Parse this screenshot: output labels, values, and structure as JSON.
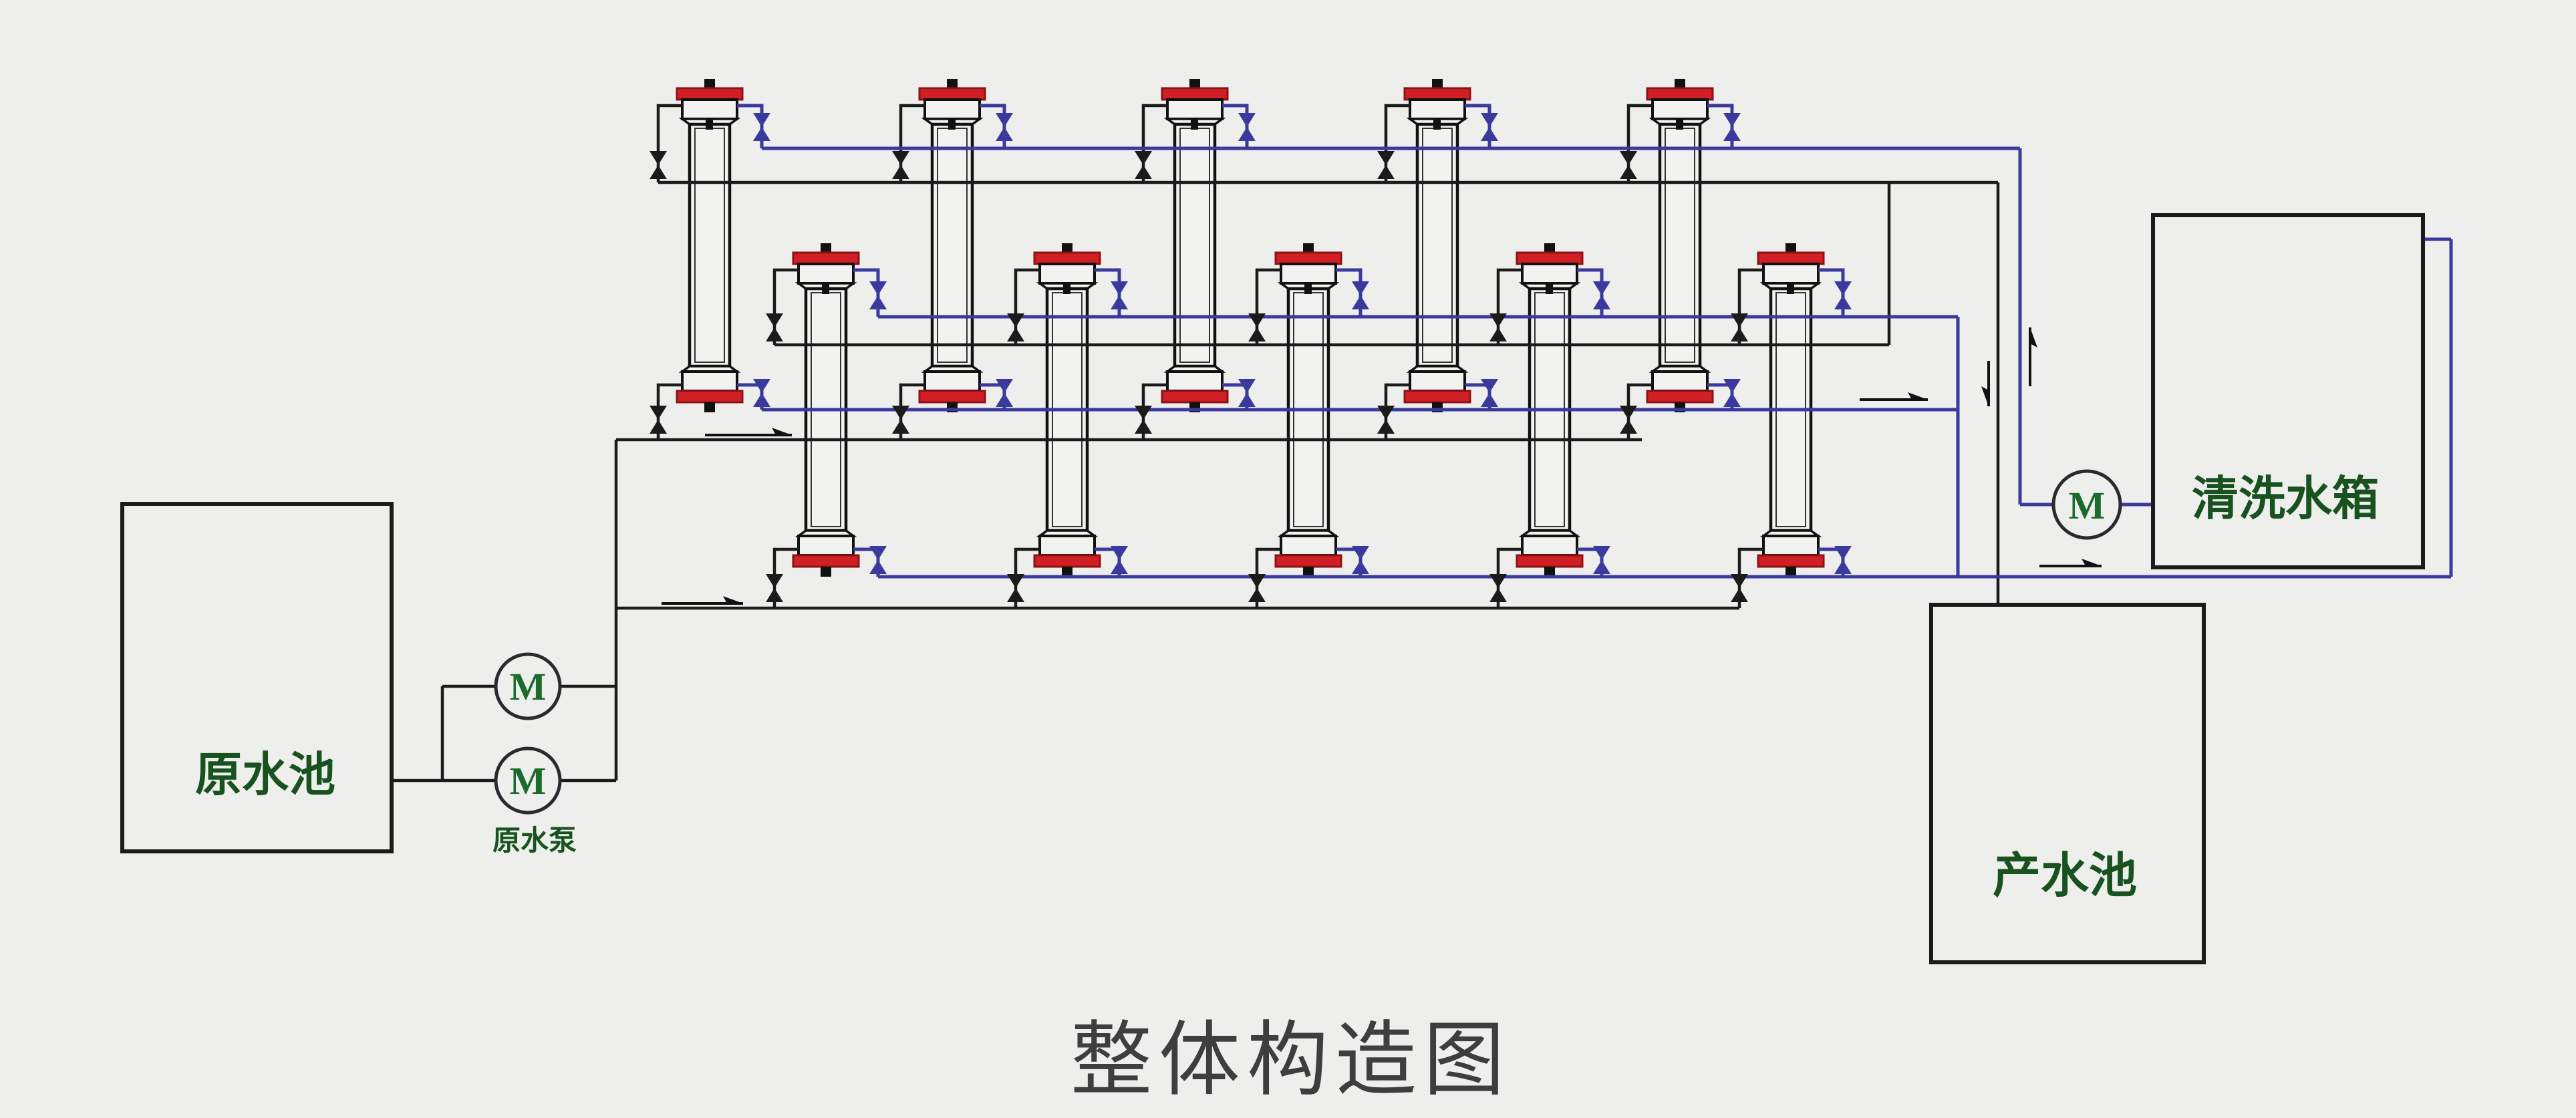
{
  "title": "整体构造图",
  "tanks": {
    "raw_water_pool": {
      "label": "原水池"
    },
    "product_water_pool": {
      "label": "产水池"
    },
    "wash_water_tank": {
      "label": "清洗水箱"
    }
  },
  "pumps": {
    "motor_symbol": "M",
    "raw_water_pump_label": "原水泵"
  },
  "rack": {
    "rows": 2,
    "modules_per_row": 5
  },
  "colors": {
    "background": "#eeeeec",
    "feed_line": "#1b1b1b",
    "permeate_line": "#3a3a9e",
    "permeate_halo": "#b9b9d9",
    "cap_red": "#d02026",
    "cap_red_dark": "#8c1216",
    "module_fill": "#f2f2f0",
    "label_green": "#17521f",
    "pump_green": "#1b6b2d",
    "title_gray": "#3e3e41"
  }
}
